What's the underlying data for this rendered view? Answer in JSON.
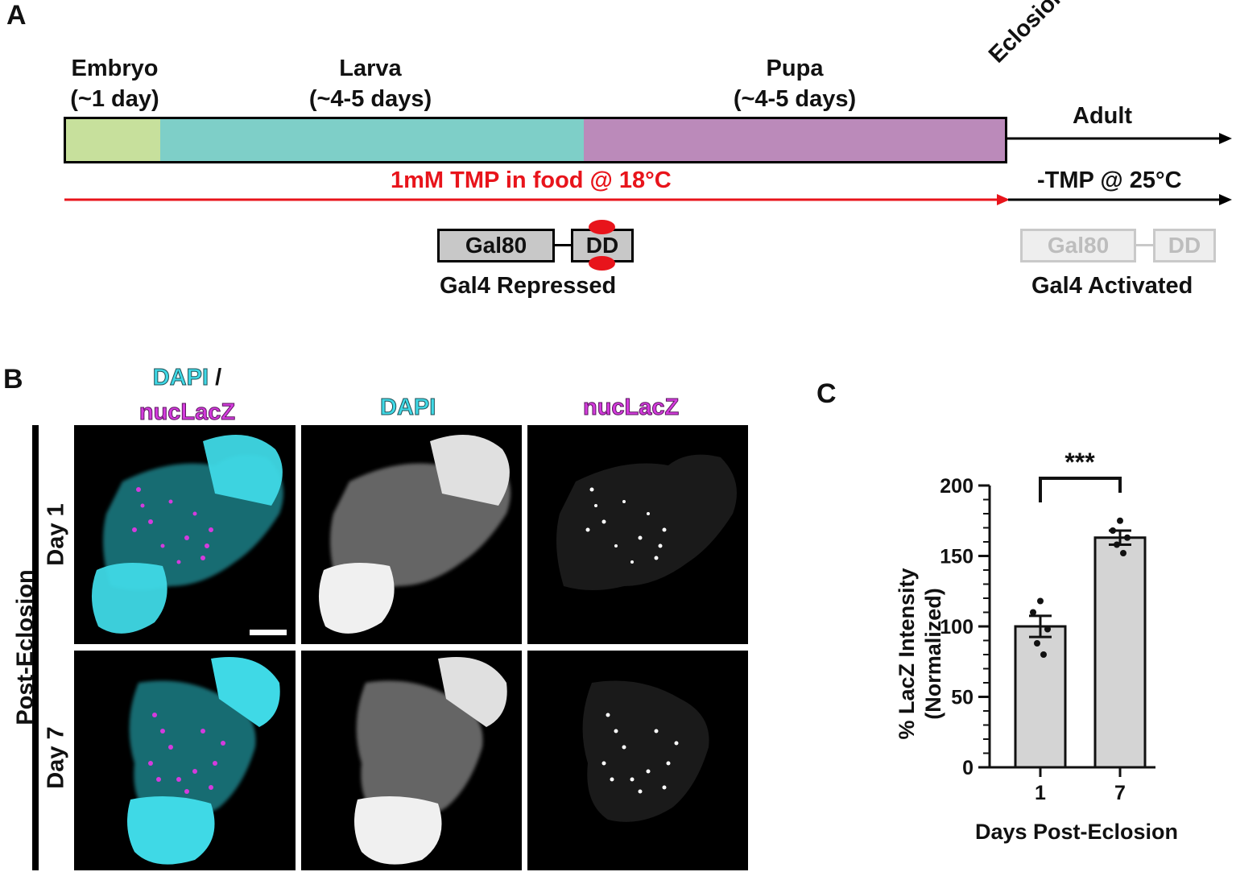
{
  "panel_a": {
    "letter": "A",
    "stages": [
      {
        "name": "Embryo",
        "duration": "(~1 day)",
        "color": "#c7e09c"
      },
      {
        "name": "Larva",
        "duration": "(~4-5 days)",
        "color": "#7ecfc8"
      },
      {
        "name": "Pupa",
        "duration": "(~4-5 days)",
        "color": "#bb8aba"
      }
    ],
    "eclosion": "Eclosion",
    "adult": "Adult",
    "tmp_label": "1mM TMP in food @ 18°C",
    "tmp_color": "#e8141b",
    "no_tmp_label": "-TMP @ 25°C",
    "repressed": {
      "gal80": "Gal80",
      "dd": "DD",
      "caption": "Gal4 Repressed"
    },
    "activated": {
      "gal80": "Gal80",
      "dd": "DD",
      "caption": "Gal4 Activated"
    }
  },
  "panel_b": {
    "letter": "B",
    "col_headers": {
      "merge_line1": "DAPI",
      "merge_slash": " /",
      "merge_line2": "nucLacZ",
      "dapi": "DAPI",
      "lacz": "nucLacZ"
    },
    "side_label": "Post-Eclosion",
    "rows": [
      "Day 1",
      "Day 7"
    ],
    "colors": {
      "dapi": "#3fd9e6",
      "lacz": "#d43bdd"
    }
  },
  "panel_c": {
    "letter": "C",
    "significance": "***",
    "chart_data": {
      "type": "bar",
      "categories": [
        "1",
        "7"
      ],
      "values": [
        100,
        163
      ],
      "sem": [
        7.5,
        5
      ],
      "points": [
        [
          118,
          110,
          98,
          88,
          80
        ],
        [
          175,
          168,
          163,
          158,
          152
        ]
      ],
      "xlabel": "Days Post-Eclosion",
      "ylabel": "% LacZ Intensity\n(Normalized)",
      "ylabel_line1": "% LacZ Intensity",
      "ylabel_line2": "(Normalized)",
      "ylim": [
        0,
        200
      ],
      "yticks": [
        0,
        50,
        100,
        150,
        200
      ],
      "bar_color": "#d4d4d4"
    }
  }
}
